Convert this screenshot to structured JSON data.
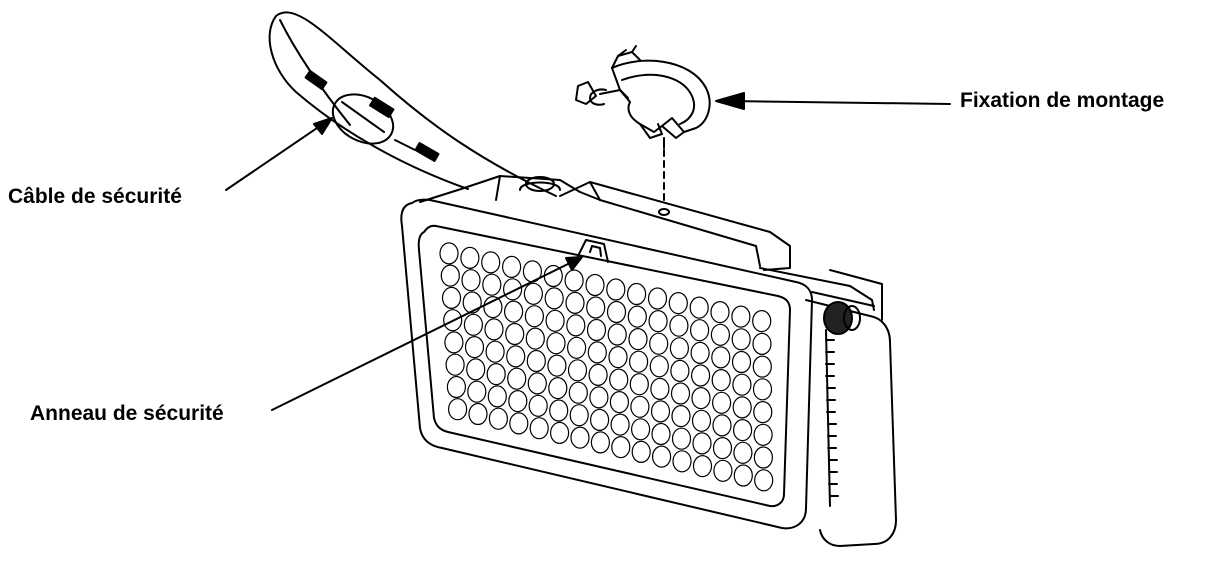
{
  "labels": {
    "safety_cable": "Câble de sécurité",
    "mounting_clamp": "Fixation de montage",
    "safety_ring": "Anneau de sécurité"
  },
  "colors": {
    "line": "#000000",
    "background": "#ffffff"
  }
}
